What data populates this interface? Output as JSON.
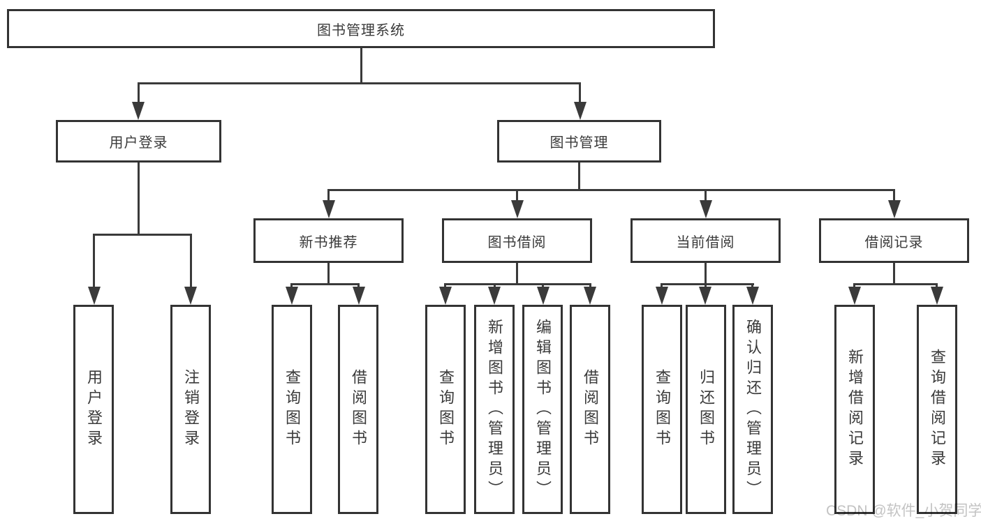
{
  "diagram": {
    "type": "hierarchy-tree",
    "title": "图书管理系统"
  },
  "tree": {
    "root": {
      "label": "图书管理系统",
      "children": [
        {
          "label": "用户登录",
          "children": [
            {
              "label": "用户登录"
            },
            {
              "label": "注销登录"
            }
          ]
        },
        {
          "label": "图书管理",
          "children": [
            {
              "label": "新书推荐",
              "children": [
                {
                  "label": "查询图书"
                },
                {
                  "label": "借阅图书"
                }
              ]
            },
            {
              "label": "图书借阅",
              "children": [
                {
                  "label": "查询图书"
                },
                {
                  "label": "新增图书（管理员）"
                },
                {
                  "label": "编辑图书（管理员）"
                },
                {
                  "label": "借阅图书"
                }
              ]
            },
            {
              "label": "当前借阅",
              "children": [
                {
                  "label": "查询图书"
                },
                {
                  "label": "归还图书"
                },
                {
                  "label": "确认归还（管理员）"
                }
              ]
            },
            {
              "label": "借阅记录",
              "children": [
                {
                  "label": "新增借阅记录"
                },
                {
                  "label": "查询借阅记录"
                }
              ]
            }
          ]
        }
      ]
    }
  },
  "watermark": "CSDN @软件_小贺同学",
  "colors": {
    "line": "#3a3a3a",
    "box_border": "#333333",
    "text": "#3a3a3a",
    "watermark": "#c3c3c3",
    "background": "#ffffff"
  }
}
